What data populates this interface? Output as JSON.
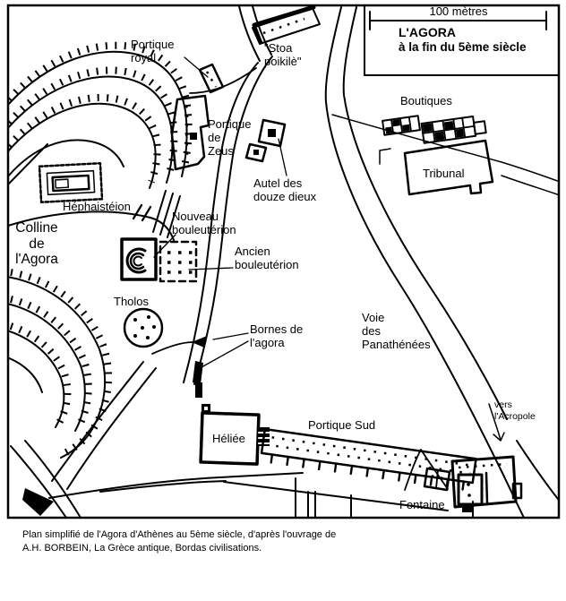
{
  "map": {
    "scale": {
      "label": "100 mètres"
    },
    "title": {
      "line1": "L'AGORA",
      "line2": "à la fin du 5ème siècle"
    },
    "labels": {
      "portique_royal": "Portique\nroyal",
      "stoa_poikile": "\"Stoa\npoikilè\"",
      "portique_de_zeus": "Portique\nde\nZeus",
      "autel_des_douze_dieux": "Autel des\ndouze dieux",
      "boutiques": "Boutiques",
      "tribunal": "Tribunal",
      "hephaisteion": "Héphaistéion",
      "colline_de_l_agora": "Colline\nde\nl'Agora",
      "nouveau_bouleuterion": "Nouveau\nbouleutérion",
      "ancien_bouleuterion": "Ancien\nbouleutérion",
      "tholos": "Tholos",
      "bornes_de_l_agora": "Bornes de\nl'agora",
      "voie_des_panathenees": "Voie\ndes\nPanathénées",
      "vers_acropole": "vers\nl'Acropole",
      "heliee": "Héliée",
      "portique_sud": "Portique Sud",
      "fontaine": "Fontaine"
    },
    "colors": {
      "ink": "#000000",
      "paper": "#ffffff"
    }
  },
  "caption": {
    "text": "Plan simplifié de l'Agora d'Athènes au 5ème siècle, d'après l'ouvrage de\nA.H. BORBEIN, La Grèce antique, Bordas civilisations."
  }
}
